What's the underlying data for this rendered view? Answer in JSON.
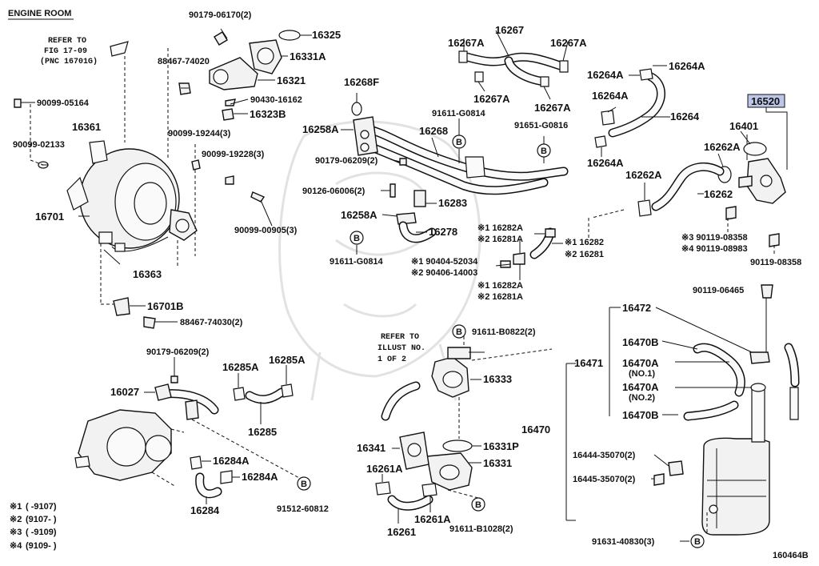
{
  "header": {
    "section_title": "ENGINE ROOM"
  },
  "refer_left": {
    "line1": "REFER TO",
    "line2": "FIG 17-09",
    "line3": "(PNC 16701G)"
  },
  "refer_mid": {
    "line1": "REFER TO",
    "line2": "ILLUST NO.",
    "line3": "1 OF 2"
  },
  "labels": {
    "p90179_06170": "90179-06170(2)",
    "p16325": "16325",
    "p16331A": "16331A",
    "p88467_74020": "88467-74020",
    "p16321": "16321",
    "p90430_16162": "90430-16162",
    "p16323B": "16323B",
    "p90099_05164": "90099-05164",
    "p16361": "16361",
    "p90099_02133": "90099-02133",
    "p90099_19244": "90099-19244(3)",
    "p90099_19228": "90099-19228(3)",
    "p16701": "16701",
    "p90099_00905": "90099-00905(3)",
    "p16363": "16363",
    "p16701B": "16701B",
    "p88467_74030": "88467-74030(2)",
    "p16267": "16267",
    "p16267A_a": "16267A",
    "p16267A_b": "16267A",
    "p16267A_c": "16267A",
    "p16267A_d": "16267A",
    "p16264A_a": "16264A",
    "p16264A_b": "16264A",
    "p16264A_c": "16264A",
    "p16264A_d": "16264A",
    "p16264": "16264",
    "p16268F": "16268F",
    "p91611_G0814_a": "91611-G0814",
    "p91651_G0816": "91651-G0816",
    "p16258A_a": "16258A",
    "p16268": "16268",
    "p90179_06209_a": "90179-06209(2)",
    "p90126_06006": "90126-06006(2)",
    "p16283": "16283",
    "p16258A_b": "16258A",
    "p16278": "16278",
    "p91611_G0814_b": "91611-G0814",
    "p16282A_a": "※1 16282A",
    "p16281A_a": "※2 16281A",
    "p16282": "※1 16282",
    "p16281": "※2 16281",
    "p90404_52034": "※1 90404-52034",
    "p90406_14003": "※2 90406-14003",
    "p16282A_b": "※1 16282A",
    "p16281A_b": "※2 16281A",
    "p16520": "16520",
    "p16401": "16401",
    "p16262A_a": "16262A",
    "p16262A_b": "16262A",
    "p16262": "16262",
    "p90119_08358_a": "※3 90119-08358",
    "p90119_08983": "※4 90119-08983",
    "p90119_08358_b": "90119-08358",
    "p90119_06465": "90119-06465",
    "p16472": "16472",
    "p16470B_a": "16470B",
    "p16471": "16471",
    "p16470A_a": "16470A",
    "p16470A_a_note": "(NO.1)",
    "p16470A_b": "16470A",
    "p16470A_b_note": "(NO.2)",
    "p16470B_b": "16470B",
    "p16470": "16470",
    "p16444": "16444-35070(2)",
    "p16445": "16445-35070(2)",
    "p91631_40830": "91631-40830(3)",
    "p91611_B0822": "91611-B0822(2)",
    "p16333": "16333",
    "p90179_06209_b": "90179-06209(2)",
    "p16027": "16027",
    "p16285A_a": "16285A",
    "p16285A_b": "16285A",
    "p16285": "16285",
    "p16284A_a": "16284A",
    "p16284A_b": "16284A",
    "p16284": "16284",
    "p91512_60812": "91512-60812",
    "p16341": "16341",
    "p16331P": "16331P",
    "p16261A_a": "16261A",
    "p16331": "16331",
    "p16261A_b": "16261A",
    "p16261": "16261",
    "p91611_B1028": "91611-B1028(2)"
  },
  "ref_circle_letter": "B",
  "notes": [
    {
      "mark": "※1",
      "range": "(      -9107)"
    },
    {
      "mark": "※2",
      "range": "(9107-      )"
    },
    {
      "mark": "※3",
      "range": "(      -9109)"
    },
    {
      "mark": "※4",
      "range": "(9109-      )"
    }
  ],
  "figure_code": "160464B",
  "colors": {
    "highlight": "#bcc6e6",
    "ink": "#111111"
  }
}
